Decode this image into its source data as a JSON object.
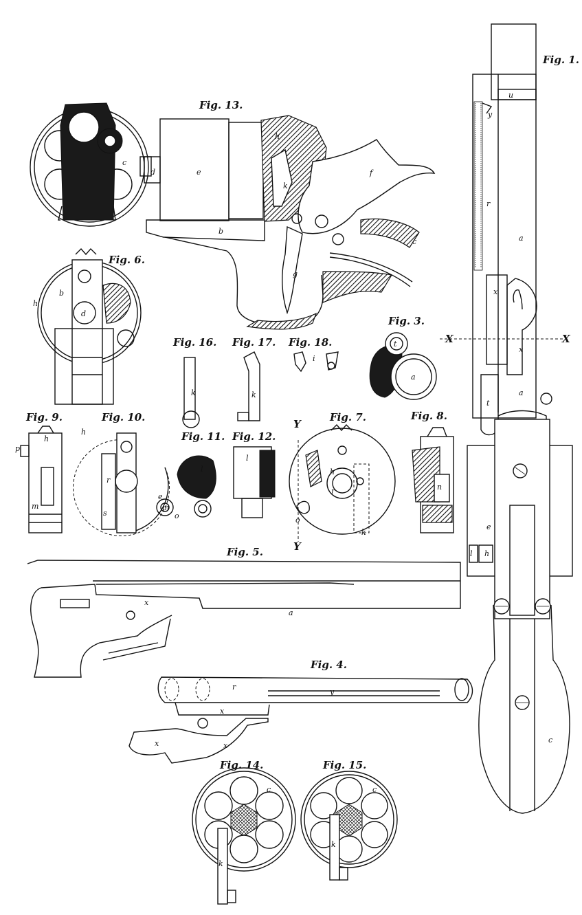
{
  "figures": {
    "fig1": "Fig. 1.",
    "fig3": "Fig. 3.",
    "fig4": "Fig. 4.",
    "fig5": "Fig. 5.",
    "fig6": "Fig. 6.",
    "fig7": "Fig. 7.",
    "fig8": "Fig. 8.",
    "fig9": "Fig. 9.",
    "fig10": "Fig. 10.",
    "fig11": "Fig. 11.",
    "fig12": "Fig. 12.",
    "fig13": "Fig. 13.",
    "fig14": "Fig. 14.",
    "fig15": "Fig. 15.",
    "fig16": "Fig. 16.",
    "fig17": "Fig. 17.",
    "fig18": "Fig. 18."
  },
  "section_marks": {
    "x_left": "X",
    "x_right": "X",
    "y_top": "Y",
    "y_bottom": "Y"
  },
  "letters": {
    "a": "a",
    "b": "b",
    "c": "c",
    "d": "d",
    "e": "e",
    "f": "f",
    "g": "g",
    "h": "h",
    "i": "i",
    "k": "k",
    "l": "l",
    "m": "m",
    "n": "n",
    "o": "o",
    "p": "p",
    "r": "r",
    "s": "s",
    "t": "t",
    "u": "u",
    "x": "x",
    "y": "y"
  },
  "colors": {
    "ink": "#111111",
    "paper": "#ffffff"
  }
}
